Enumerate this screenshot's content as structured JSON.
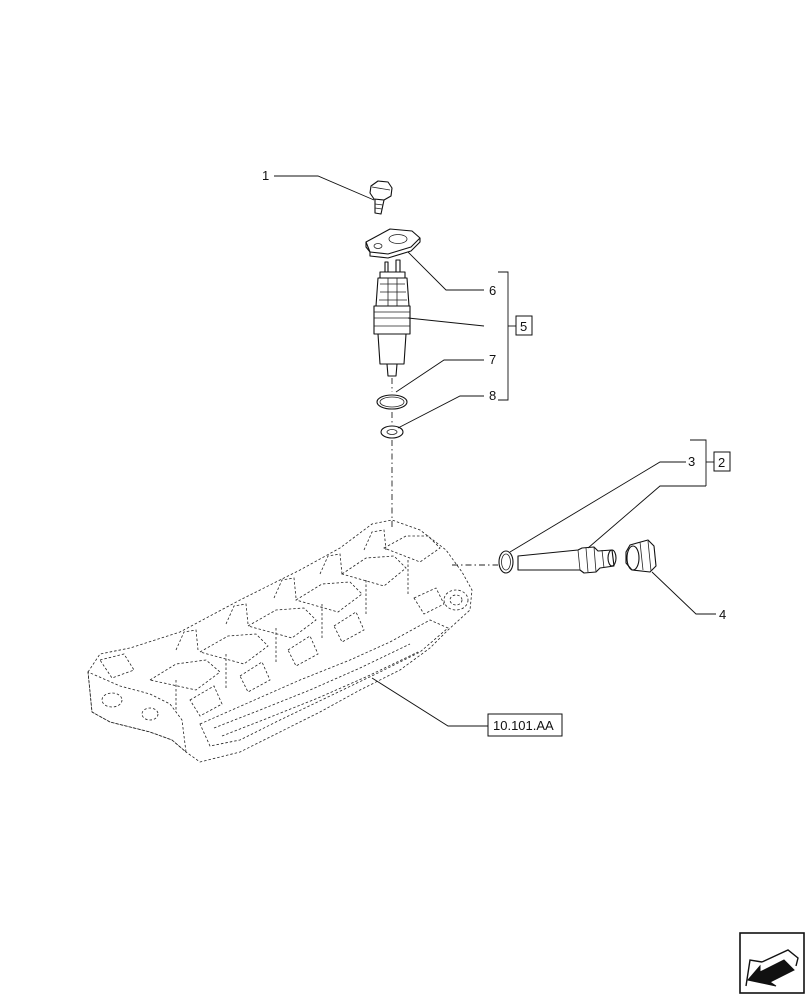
{
  "callouts": {
    "c1": "1",
    "c2": "2",
    "c3": "3",
    "c4": "4",
    "c5": "5",
    "c6": "6",
    "c7": "7",
    "c8": "8"
  },
  "reference": "10.101.AA",
  "nav_icon": "arrow-icon"
}
